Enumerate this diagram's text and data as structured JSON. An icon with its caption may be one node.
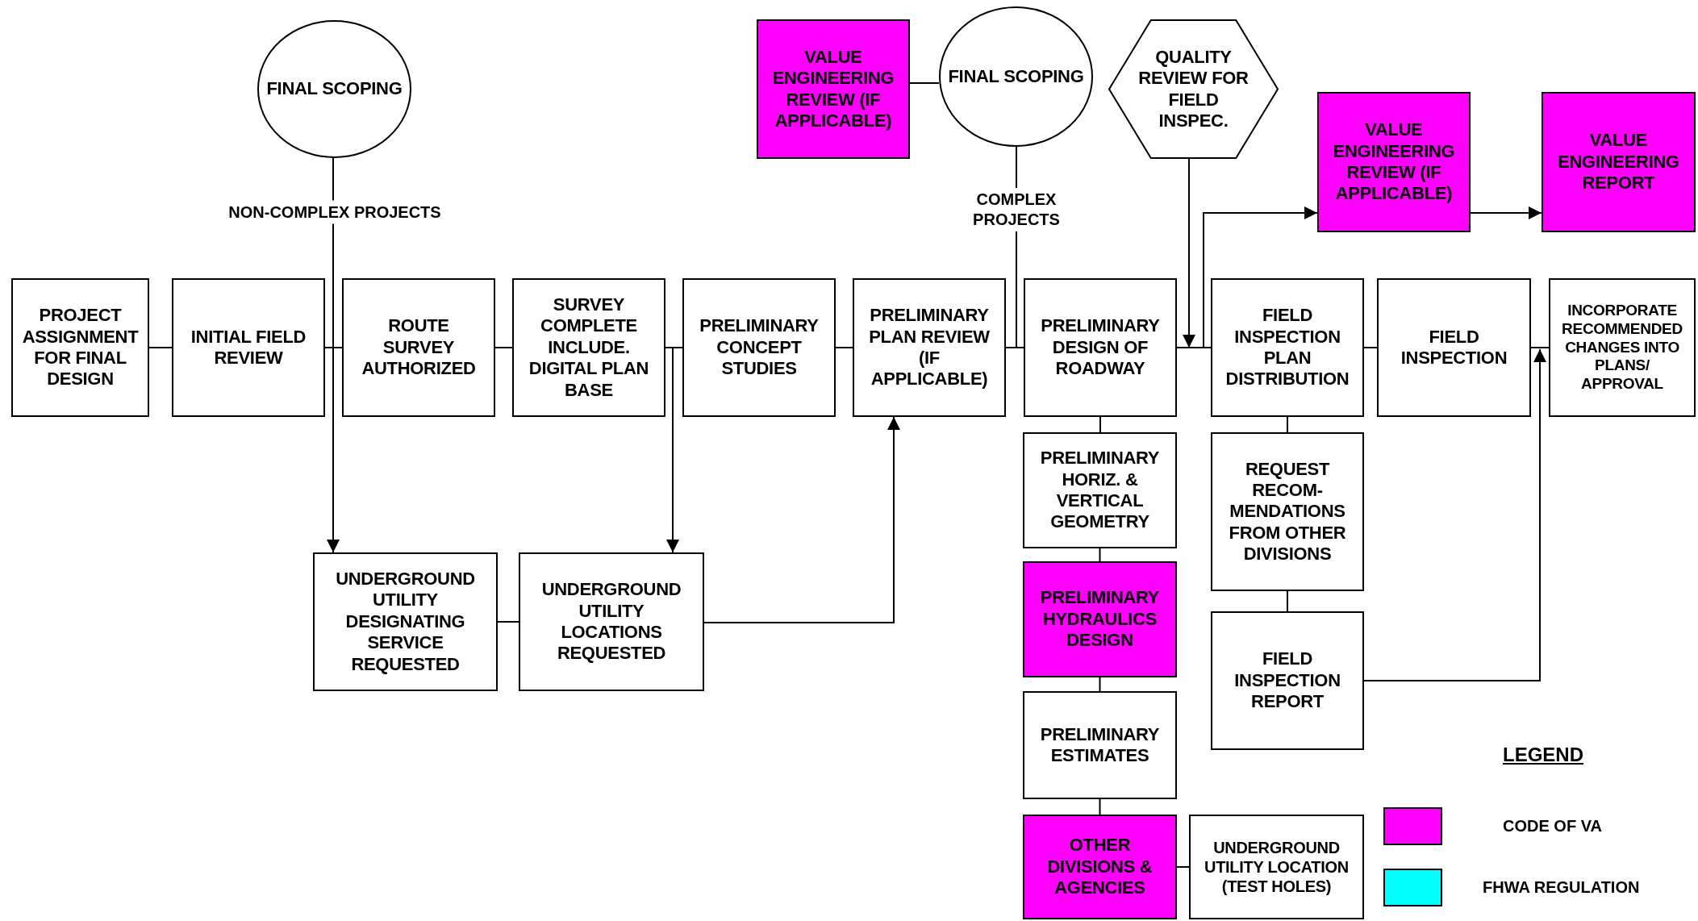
{
  "diagram": {
    "nodes": [
      {
        "text": [
          "FINAL SCOPING"
        ]
      },
      {
        "text": [
          "VALUE ENGINEERING REVIEW (IF APPLICABLE)"
        ]
      },
      {
        "text": [
          "FINAL SCOPING"
        ]
      },
      {
        "text": [
          "QUALITY REVIEW FOR FIELD INSPEC."
        ]
      },
      {
        "text": [
          "VALUE ENGINEERING REVIEW (IF APPLICABLE)"
        ]
      },
      {
        "text": [
          "VALUE ENGINEERING REPORT"
        ]
      },
      {
        "text": [
          "PROJECT ASSIGNMENT FOR FINAL DESIGN"
        ]
      },
      {
        "text": [
          "INITIAL FIELD REVIEW"
        ]
      },
      {
        "text": [
          "ROUTE SURVEY AUTHORIZED"
        ]
      },
      {
        "text": [
          "SURVEY COMPLETE INCLUDE. DIGITAL PLAN BASE"
        ]
      },
      {
        "text": [
          "PRELIMINARY CONCEPT STUDIES"
        ]
      },
      {
        "text": [
          "PRELIMINARY PLAN REVIEW (IF APPLICABLE)"
        ]
      },
      {
        "text": [
          "PRELIMINARY DESIGN OF ROADWAY"
        ]
      },
      {
        "text": [
          "FIELD INSPECTION PLAN DISTRIBUTION"
        ]
      },
      {
        "text": [
          "FIELD INSPECTION"
        ]
      },
      {
        "text": [
          "INCORPORATE RECOMMENDED CHANGES INTO PLANS/ APPROVAL"
        ]
      },
      {
        "text": [
          "PRELIMINARY HORIZ. & VERTICAL GEOMETRY"
        ]
      },
      {
        "text": [
          "REQUEST RECOM- MENDATIONS FROM OTHER DIVISIONS"
        ]
      },
      {
        "text": [
          "PRELIMINARY HYDRAULICS DESIGN"
        ]
      },
      {
        "text": [
          "FIELD INSPECTION REPORT"
        ]
      },
      {
        "text": [
          "UNDERGROUND UTILITY DESIGNATING SERVICE REQUESTED"
        ]
      },
      {
        "text": [
          "UNDERGROUND UTILITY LOCATIONS REQUESTED"
        ]
      },
      {
        "text": [
          "PRELIMINARY ESTIMATES"
        ]
      },
      {
        "text": [
          "OTHER DIVISIONS & AGENCIES"
        ]
      },
      {
        "text": [
          "UNDERGROUND UTILITY LOCATION (TEST HOLES)"
        ]
      }
    ],
    "edges": [
      {
        "from": 0,
        "to": 20,
        "arrow": "to",
        "label": "NON-COMPLEX PROJECTS"
      },
      {
        "from": 2,
        "to": 1,
        "arrow": "none"
      },
      {
        "from": 2,
        "to": 12,
        "arrow": "none",
        "label": "COMPLEX PROJECTS"
      },
      {
        "from": 3,
        "to": 12,
        "arrow": "to"
      },
      {
        "from": 12,
        "to": 4,
        "arrow": "to"
      },
      {
        "from": 4,
        "to": 5,
        "arrow": "to"
      },
      {
        "from": 6,
        "to": 7,
        "arrow": "none"
      },
      {
        "from": 7,
        "to": 8,
        "arrow": "none"
      },
      {
        "from": 8,
        "to": 9,
        "arrow": "none"
      },
      {
        "from": 9,
        "to": 10,
        "arrow": "none"
      },
      {
        "from": 10,
        "to": 11,
        "arrow": "none"
      },
      {
        "from": 11,
        "to": 12,
        "arrow": "none"
      },
      {
        "from": 12,
        "to": 13,
        "arrow": "none"
      },
      {
        "from": 13,
        "to": 14,
        "arrow": "none"
      },
      {
        "from": 14,
        "to": 15,
        "arrow": "none"
      },
      {
        "from": 9,
        "to": 21,
        "arrow": "to"
      },
      {
        "from": 20,
        "to": 21,
        "arrow": "none"
      },
      {
        "from": 21,
        "to": 11,
        "arrow": "to"
      },
      {
        "from": 12,
        "to": 16,
        "arrow": "none"
      },
      {
        "from": 16,
        "to": 18,
        "arrow": "none"
      },
      {
        "from": 18,
        "to": 22,
        "arrow": "none"
      },
      {
        "from": 22,
        "to": 23,
        "arrow": "none"
      },
      {
        "from": 23,
        "to": 24,
        "arrow": "none"
      },
      {
        "from": 13,
        "to": 17,
        "arrow": "none"
      },
      {
        "from": 17,
        "to": 19,
        "arrow": "none"
      },
      {
        "from": 19,
        "to": 15,
        "arrow": "to"
      }
    ],
    "labels": [
      "LEGEND"
    ],
    "legend": [
      {
        "text": "CODE OF VA",
        "color": "#ff00ff"
      },
      {
        "text": "FHWA REGULATION",
        "color": "#00ffff"
      }
    ]
  }
}
